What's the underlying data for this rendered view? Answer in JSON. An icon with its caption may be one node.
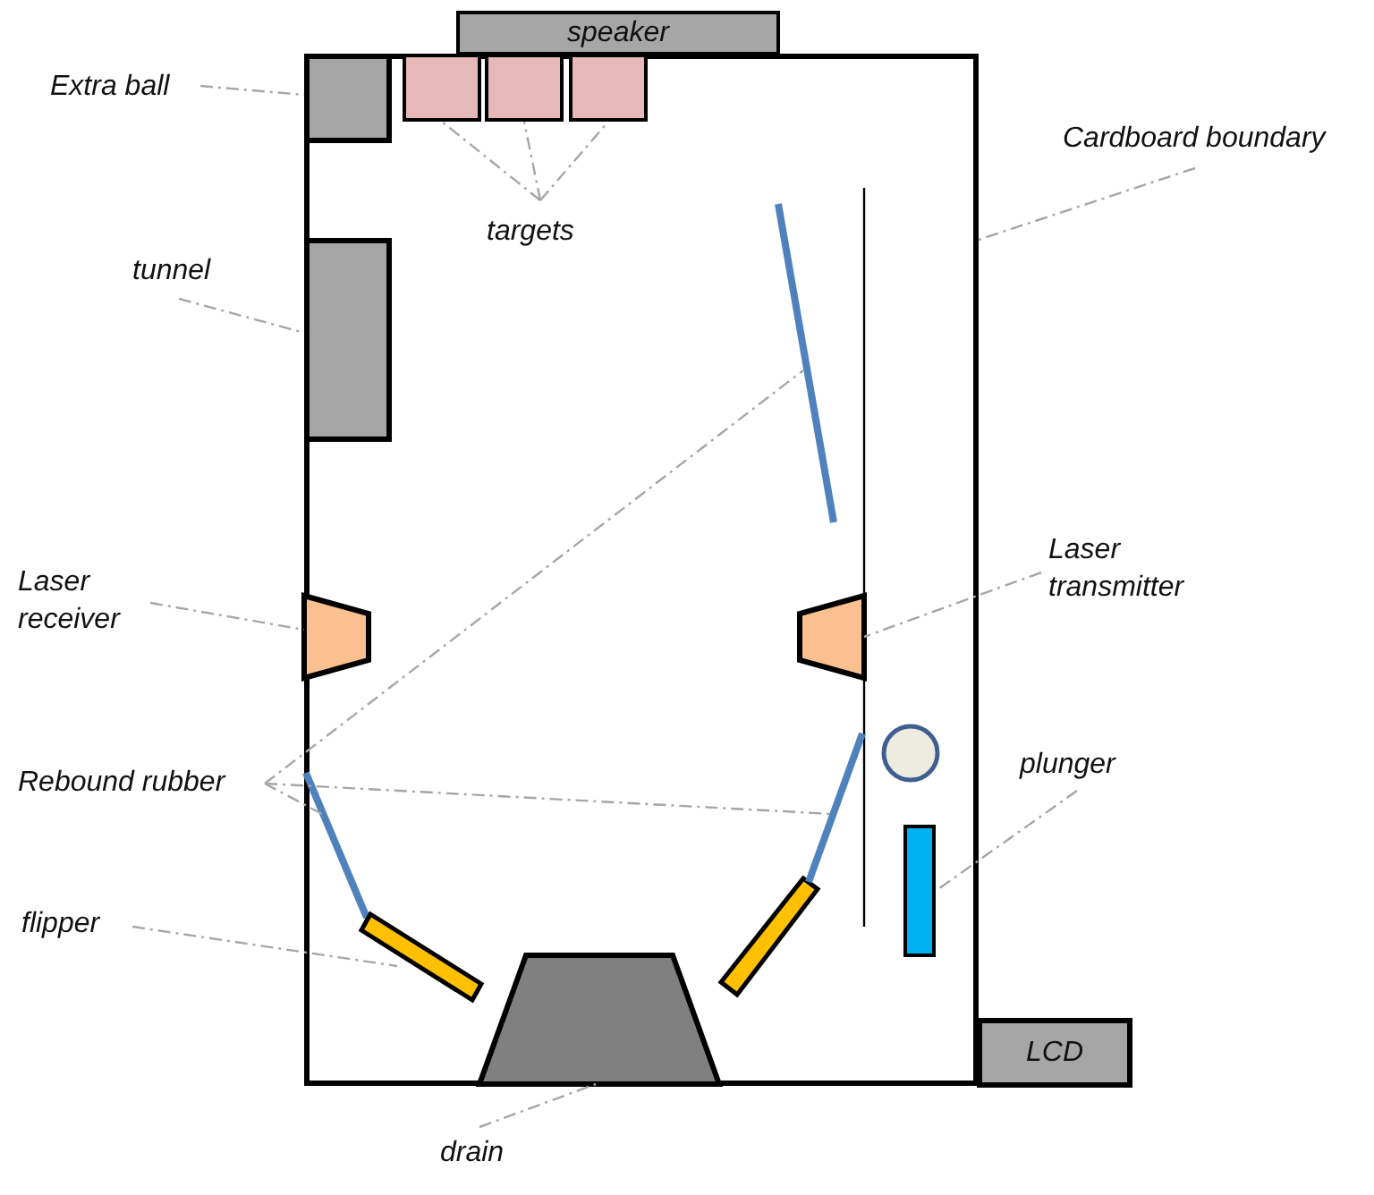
{
  "diagram": {
    "nodes": [
      {
        "text": [],
        "shape": "box"
      },
      {
        "text": [
          "speaker"
        ]
      },
      {
        "text": [
          "Extra ball"
        ]
      },
      {
        "text": [],
        "shape": "box",
        "in": 0
      },
      {
        "text": [],
        "shape": "box",
        "in": 0
      },
      {
        "text": [],
        "shape": "box",
        "in": 0
      },
      {
        "text": [],
        "shape": "box",
        "in": 0
      },
      {
        "text": [
          "targets"
        ],
        "in": 0
      },
      {
        "text": [
          "Cardboard boundary"
        ]
      },
      {
        "text": [
          "tunnel"
        ]
      },
      {
        "text": [],
        "shape": "box",
        "in": 0
      },
      {
        "text": [],
        "shape": "line",
        "in": 0
      },
      {
        "text": [
          "Laser receiver"
        ]
      },
      {
        "text": [],
        "shape": "trapezoid",
        "in": 0
      },
      {
        "text": [
          "Laser transmitter"
        ]
      },
      {
        "text": [],
        "shape": "trapezoid",
        "in": 0
      },
      {
        "text": [
          "Rebound rubber"
        ]
      },
      {
        "text": [],
        "shape": "line",
        "in": 0
      },
      {
        "text": [],
        "shape": "line",
        "in": 0
      },
      {
        "text": [
          "plunger"
        ]
      },
      {
        "text": [],
        "shape": "box",
        "in": 0
      },
      {
        "text": [
          "flipper"
        ]
      },
      {
        "text": [],
        "shape": "bar",
        "in": 0
      },
      {
        "text": [],
        "shape": "trapezoid",
        "in": 0
      },
      {
        "text": [
          "drain"
        ]
      },
      {
        "text": [
          "LCD"
        ]
      }
    ],
    "edges": [
      {
        "from": 2,
        "to": 3,
        "arrow": "none"
      },
      {
        "from": 7,
        "to": 4,
        "arrow": "none"
      },
      {
        "from": 7,
        "to": 5,
        "arrow": "none"
      },
      {
        "from": 7,
        "to": 6,
        "arrow": "none"
      },
      {
        "from": 8,
        "to": 0,
        "arrow": "none"
      },
      {
        "from": 9,
        "to": 10,
        "arrow": "none"
      },
      {
        "from": 12,
        "to": 13,
        "arrow": "none"
      },
      {
        "from": 14,
        "to": 15,
        "arrow": "none"
      },
      {
        "from": 16,
        "to": 11,
        "arrow": "none"
      },
      {
        "from": 16,
        "to": 18,
        "arrow": "none"
      },
      {
        "from": 16,
        "to": 17,
        "arrow": "none"
      },
      {
        "from": 19,
        "to": 20,
        "arrow": "none"
      },
      {
        "from": 21,
        "to": 22,
        "arrow": "none"
      },
      {
        "from": 24,
        "to": 23,
        "arrow": "none"
      }
    ]
  }
}
